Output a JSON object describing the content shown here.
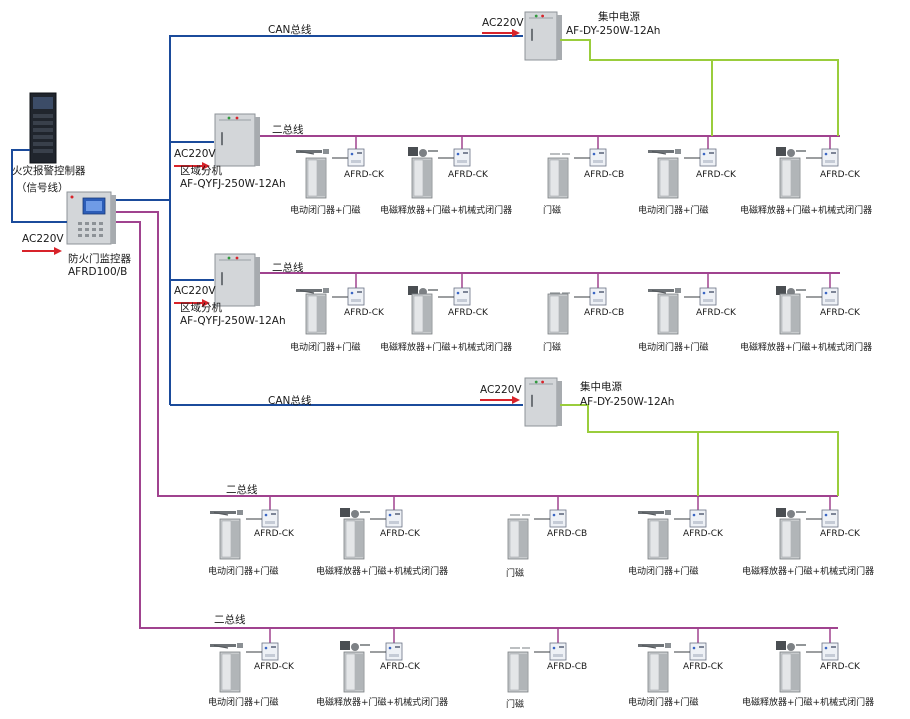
{
  "text": {
    "can_bus": "CAN总线",
    "two_bus": "二总线",
    "ac220v": "AC220V",
    "fire_alarm_controller": "火灾报警控制器",
    "signal_line": "（信号线）",
    "door_monitor_name": "防火门监控器",
    "door_monitor_model": "AFRD100/B",
    "central_power_name": "集中电源",
    "central_power_model": "AF-DY-250W-12Ah",
    "area_branch_name": "区域分机",
    "area_branch_model": "AF-QYFJ-250W-12Ah"
  },
  "device_labels": {
    "ck": "AFRD-CK",
    "cb": "AFRD-CB"
  },
  "door_types": [
    "电动闭门器+门磁",
    "电磁释放器+门磁+机械式闭门器",
    "门磁",
    "电动闭门器+门磁",
    "电磁释放器+门磁+机械式闭门器"
  ],
  "colors": {
    "can_bus_line": "#1b4b9b",
    "two_bus_line": "#a0438f",
    "power_line": "#9acd3c",
    "arrow": "#d8232a",
    "cabinet": "#cfd3d6"
  }
}
